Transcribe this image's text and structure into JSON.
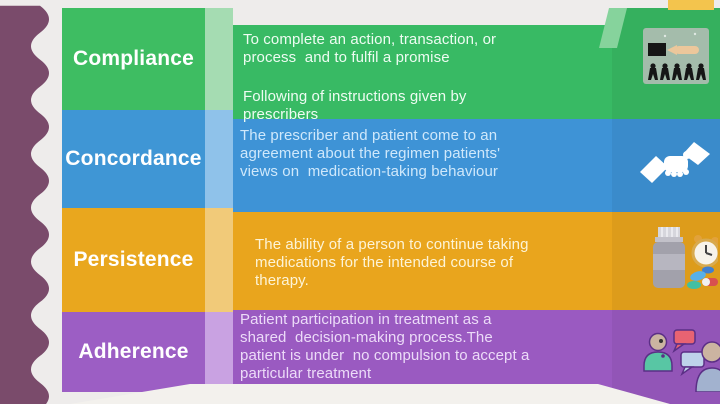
{
  "slide": {
    "rows": [
      {
        "label": "Compliance",
        "color": "#3ebd62",
        "icon": "follow-leader-icon",
        "texts": [
          "To complete an action, transaction, or\nprocess  and to fulfil a promise",
          "Following of instructions given by\nprescribers"
        ]
      },
      {
        "label": "Concordance",
        "color": "#3f96d5",
        "icon": "handshake-icon",
        "texts": [
          "The prescriber and patient come to an\nagreement about the regimen patients'\nviews on  medication-taking behaviour"
        ]
      },
      {
        "label": "Persistence",
        "color": "#e9a71e",
        "icon": "medication-clock-icon",
        "texts": [
          "The ability of a person to continue taking\nmedications for the intended course of\ntherapy."
        ]
      },
      {
        "label": "Adherence",
        "color": "#9c5ec4",
        "icon": "doctor-patient-discussion-icon",
        "texts": [
          "Patient participation in treatment as a\nshared  decision-making process.The\npatient is under  no compulsion to accept a\nparticular treatment"
        ]
      }
    ],
    "accent_colors": {
      "left_border": "#7a4b6b",
      "background": "#eeeceb",
      "top_strip_yellow": "#f3c44d",
      "floor_white": "#f3f1ed"
    }
  }
}
